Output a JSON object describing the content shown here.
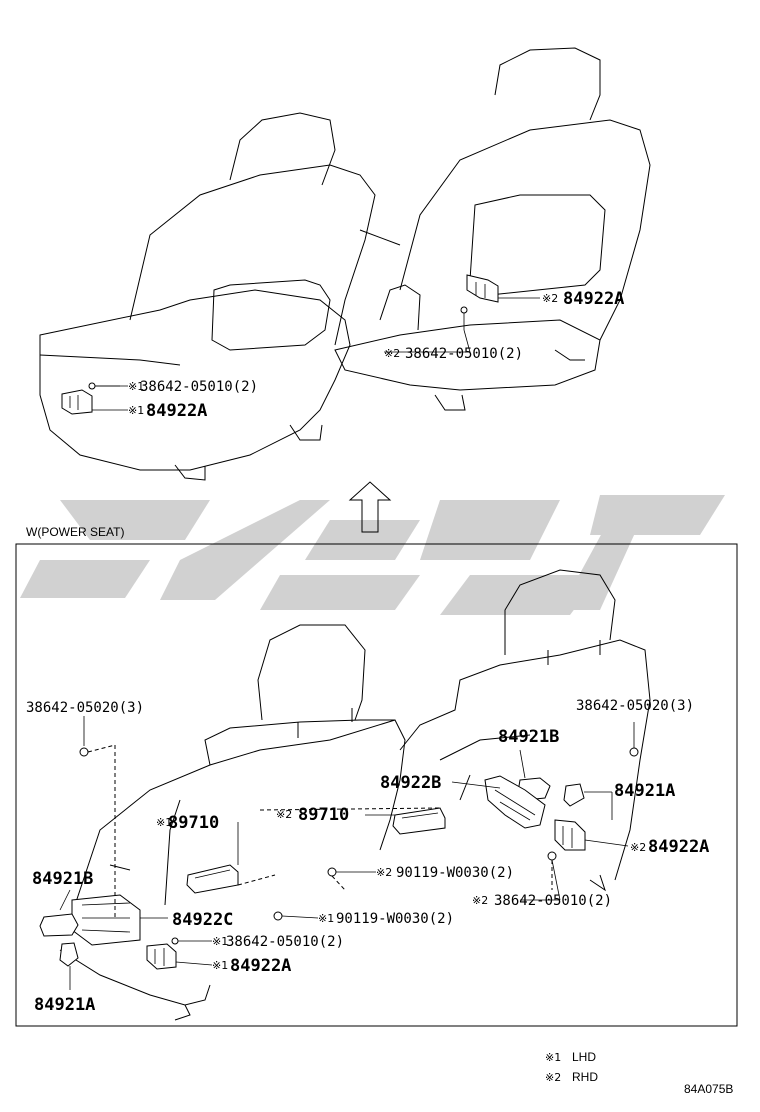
{
  "top_labels": {
    "screw_1": {
      "mark": "※1",
      "part": "38642-05010(2)"
    },
    "cover_1": {
      "mark": "※1",
      "part": "84922A"
    },
    "cover_2": {
      "mark": "※2",
      "part": "84922A"
    },
    "screw_2": {
      "mark": "※2",
      "part": "38642-05010(2)"
    }
  },
  "section_title": "W(POWER SEAT)",
  "bottom_labels": {
    "screw_left_top": "38642-05020(3)",
    "screw_right_top": "38642-05020(3)",
    "knob_b_right": "84921B",
    "knob_a_right": "84921A",
    "cover_b": "84922B",
    "switch_1": {
      "mark": "※1",
      "part": "89710"
    },
    "switch_2": {
      "mark": "※2",
      "part": "89710"
    },
    "cover_2_right": {
      "mark": "※2",
      "part": "84922A"
    },
    "screw_2_mid": {
      "mark": "※2",
      "part": "90119-W0030(2)"
    },
    "screw_2_right": {
      "mark": "※2",
      "part": "38642-05010(2)"
    },
    "knob_b_left": "84921B",
    "cover_c": "84922C",
    "screw_1_mid": {
      "mark": "※1",
      "part": "90119-W0030(2)"
    },
    "screw_1_left": {
      "mark": "※1",
      "part": "38642-05010(2)"
    },
    "cover_1_left": {
      "mark": "※1",
      "part": "84922A"
    },
    "knob_a_left": "84921A"
  },
  "legend": [
    {
      "mark": "※1",
      "text": "LHD"
    },
    {
      "mark": "※2",
      "text": "RHD"
    }
  ],
  "figure_code": "84A075B"
}
